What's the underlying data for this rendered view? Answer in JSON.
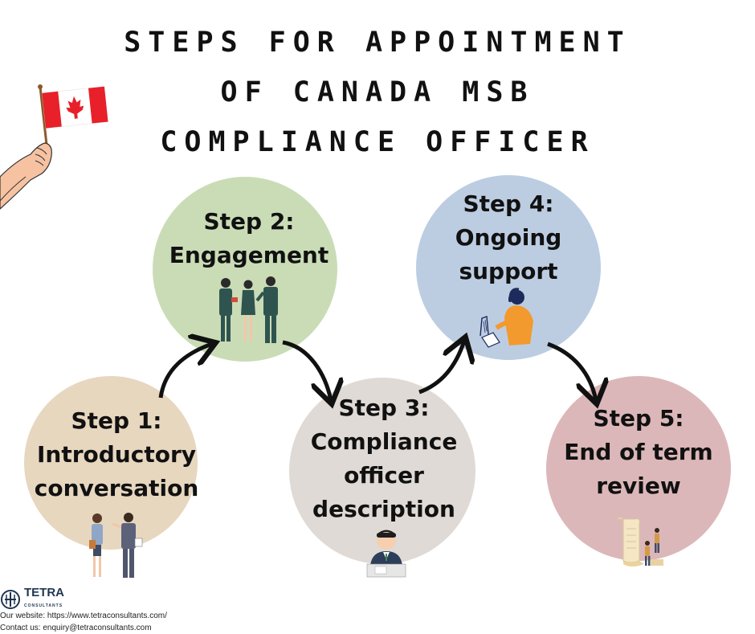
{
  "title": {
    "line1": "STEPS FOR APPOINTMENT",
    "line2": "OF CANADA MSB",
    "line3": "COMPLIANCE OFFICER"
  },
  "steps": [
    {
      "line1": "Step 1:",
      "line2": "Introductory",
      "line3": "conversation",
      "color": "#e7d7bf",
      "illustration": "two-business-people-icon"
    },
    {
      "line1": "Step 2:",
      "line2": "Engagement",
      "color": "#cadcb6",
      "illustration": "team-meeting-icon"
    },
    {
      "line1": "Step 3:",
      "line2": "Compliance",
      "line3": "officer",
      "line4": "description",
      "color": "#dfdad5",
      "illustration": "officer-at-desk-icon"
    },
    {
      "line1": "Step 4:",
      "line2": "Ongoing",
      "line3": "support",
      "color": "#bccde2",
      "illustration": "support-agent-headset-icon"
    },
    {
      "line1": "Step 5:",
      "line2": "End of term",
      "line3": "review",
      "color": "#dcb7b9",
      "illustration": "document-review-icon"
    }
  ],
  "decoration": {
    "icon": "hand-holding-canada-flag-icon",
    "flag_red": "#e8202a"
  },
  "footer": {
    "logo_name": "TETRA",
    "logo_sub": "CONSULTANTS",
    "website": "Our website: https://www.tetraconsultants.com/",
    "contact": "Contact us: enquiry@tetraconsultants.com"
  }
}
